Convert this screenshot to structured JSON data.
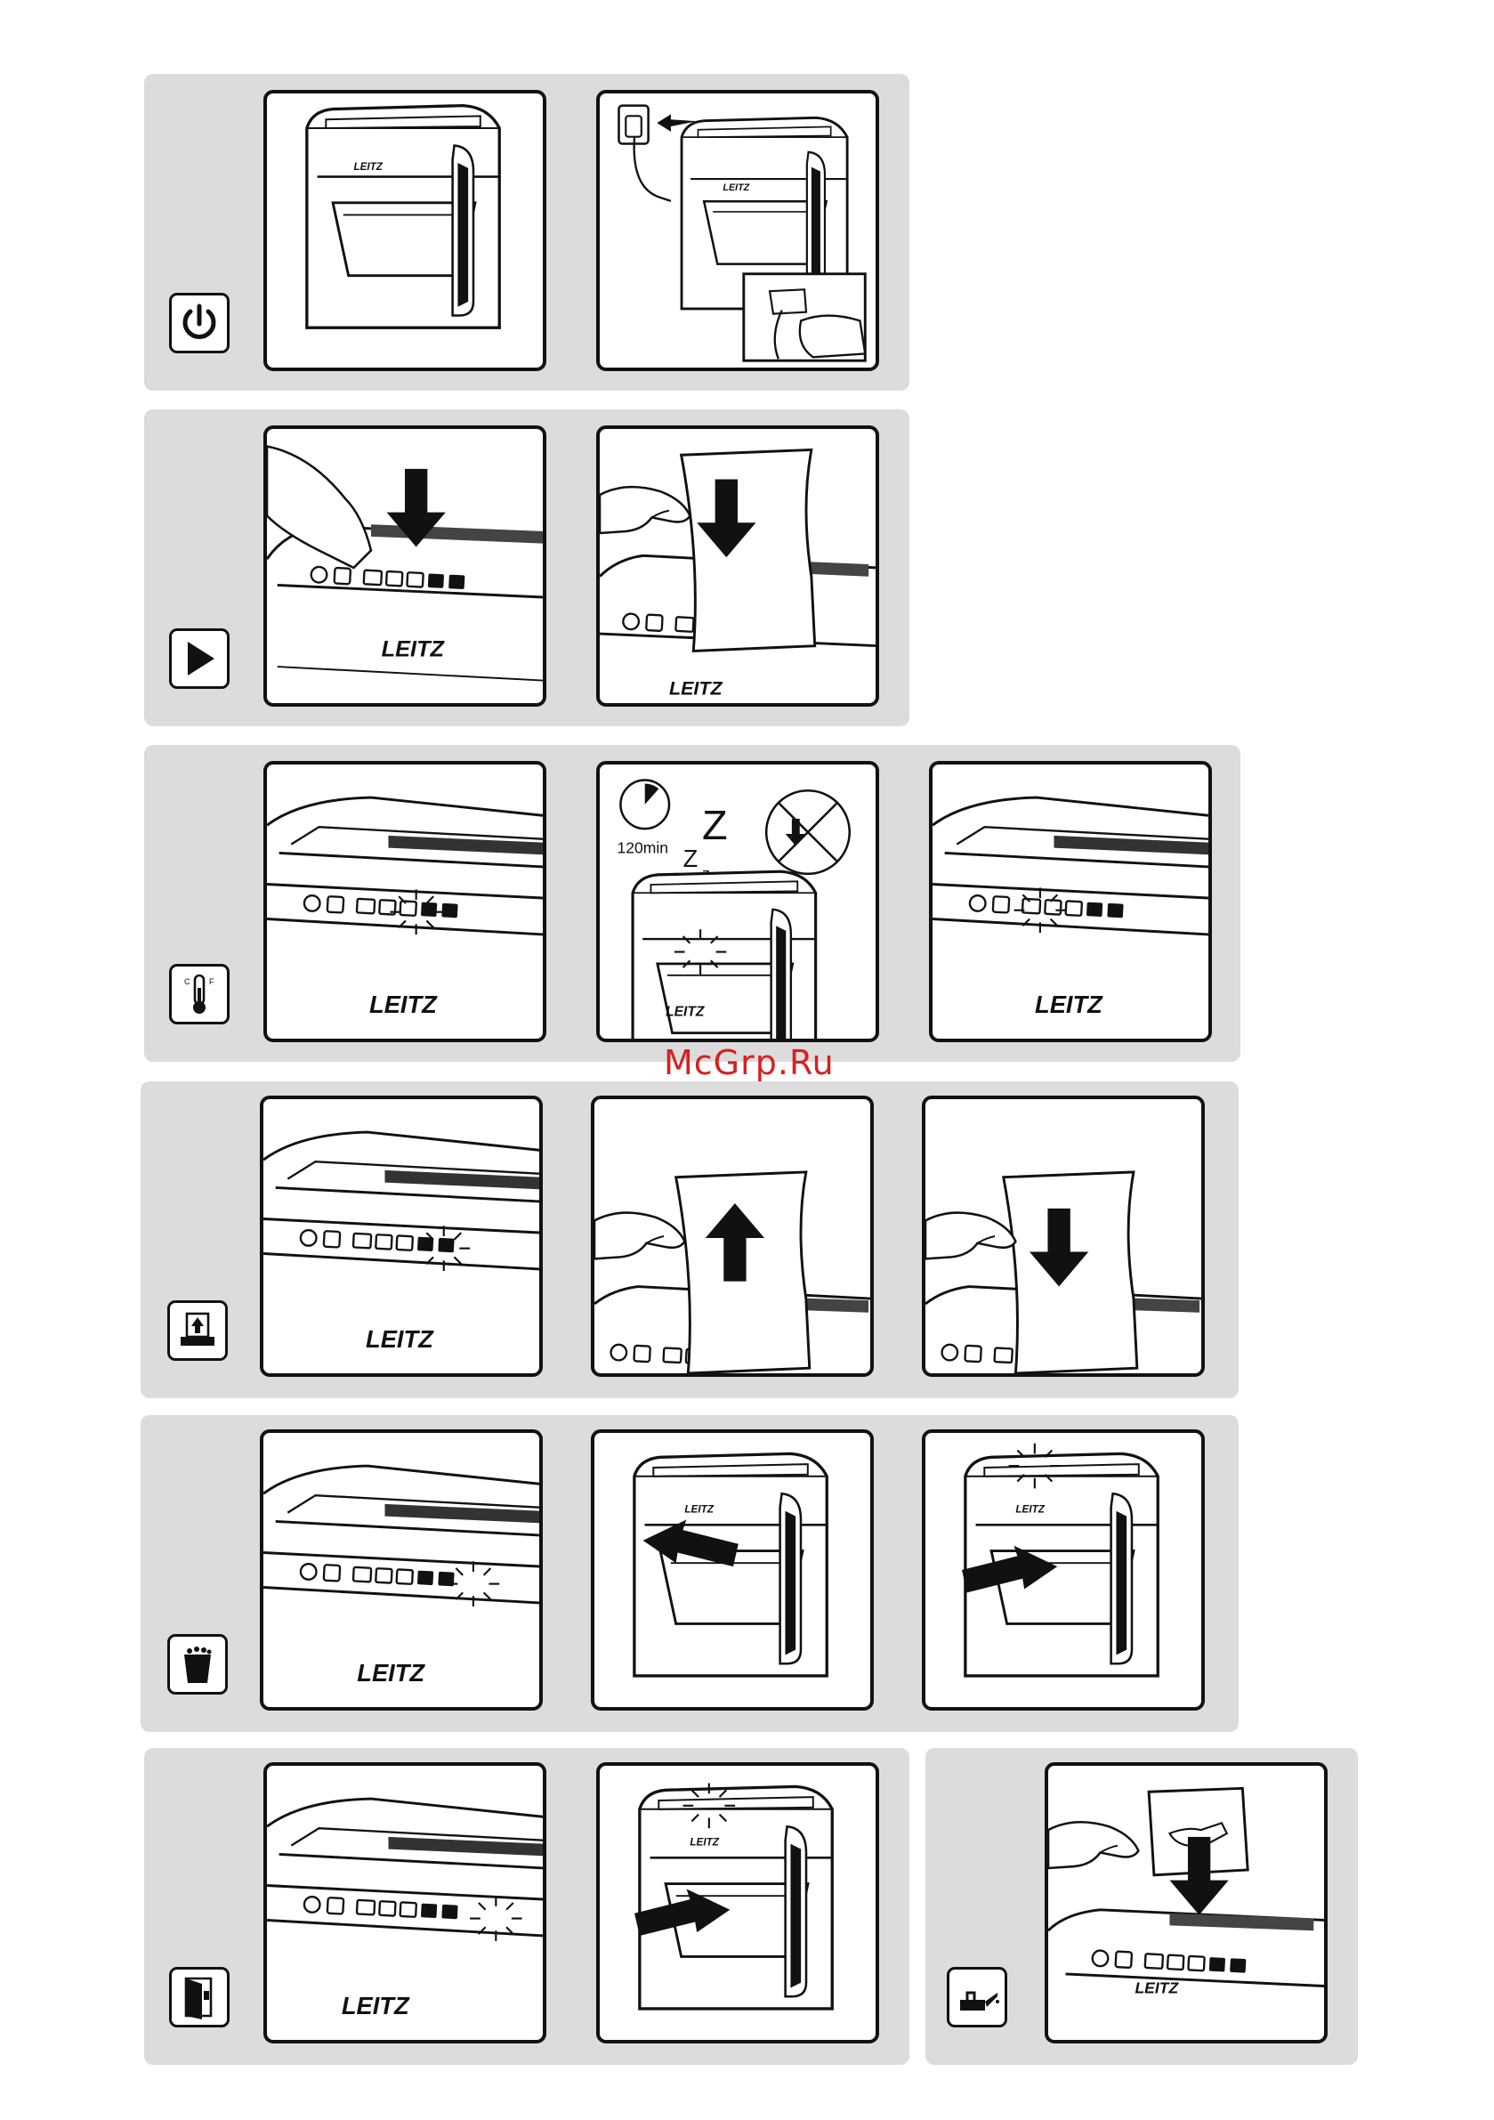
{
  "brand": "LEITZ",
  "registered_mark": "®",
  "timer_label": "120min",
  "sleep_glyphs": [
    "Z",
    "Z",
    "z"
  ],
  "thermometer_labels": [
    "C",
    "F"
  ],
  "watermark": "McGrp.Ru",
  "colors": {
    "row_bg": "#dcdcdc",
    "panel_border": "#111111",
    "watermark": "#d72020"
  },
  "rows": [
    {
      "icon": "power-icon"
    },
    {
      "icon": "play-icon"
    },
    {
      "icon": "thermometer-icon"
    },
    {
      "icon": "paper-jam-reverse-icon"
    },
    {
      "icon": "bin-full-icon"
    },
    {
      "icon": "door-open-icon"
    },
    {
      "icon": "oil-can-icon"
    }
  ]
}
